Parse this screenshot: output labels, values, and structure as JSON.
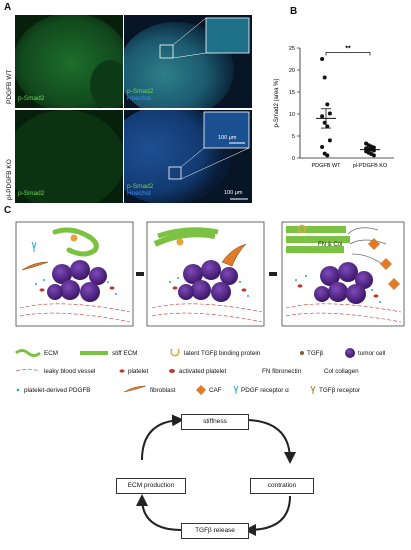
{
  "panels": {
    "a": "A",
    "b": "B",
    "c": "C"
  },
  "panelA": {
    "row_labels": [
      "PDGFB WT",
      "pl-PDGFB KO"
    ],
    "channel_green": "p-Smad2",
    "channel_merge_line1": "p-Smad2",
    "channel_merge_line2": "Hoechst",
    "scalebar_inset": "100 μm",
    "scalebar_main": "100 μm"
  },
  "chart_data": {
    "type": "scatter",
    "categories": [
      "PDGFB WT",
      "pl-PDGFB KO"
    ],
    "ylabel": "p-Smad2 (area %)",
    "ylim": [
      0,
      25
    ],
    "yticks": [
      "0",
      "5",
      "10",
      "15",
      "20",
      "25"
    ],
    "significance": "**",
    "series": [
      {
        "values": [
          22.5,
          18.3,
          12.2,
          10.1,
          9.5,
          8.0,
          7.2,
          4.0,
          2.5,
          1.0,
          0.6
        ]
      },
      {
        "values": [
          3.3,
          2.9,
          2.6,
          2.4,
          2.2,
          2.0,
          1.9,
          1.7,
          1.5,
          1.2,
          0.9,
          0.6
        ]
      }
    ],
    "means": [
      9.0,
      1.9
    ],
    "sem": [
      2.2,
      0.25
    ]
  },
  "panelC": {
    "fn_col_label": "FN & Col",
    "legend": {
      "ecm": "ECM",
      "stiff_ecm": "stiff ECM",
      "latent": "latent TGFβ binding protein",
      "tgfb": "TGFβ",
      "tumor": "tumor cell",
      "vessel": "leaky blood vessel",
      "platelet": "platelet",
      "activated_platelet": "activated platelet",
      "fn": "FN fibronectin",
      "col": "Col collagen",
      "pdgfb": "platelet-derived PDGFB",
      "fibroblast": "fibroblast",
      "caf": "CAF",
      "pdgf_receptor": "PDGF receptor α",
      "tgfb_receptor": "TGFβ receptor"
    },
    "cycle": {
      "top": "stiffness",
      "right": "contration",
      "bottom": "TGFβ release",
      "left": "ECM production"
    }
  },
  "colors": {
    "ecm_green": "#7cc242",
    "tumor_purple": "#5b2a8c",
    "platelet_red": "#c0392b",
    "pdgfb_cyan": "#29a3d6",
    "fibroblast_orange": "#e07b2a",
    "tgfb_gold": "#e8a33a"
  }
}
